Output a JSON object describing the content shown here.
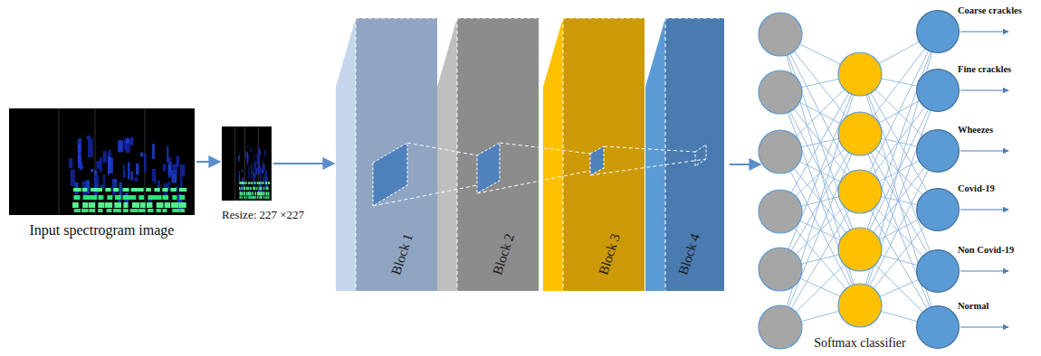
{
  "diagram": {
    "nodes": [
      {
        "text": [
          "Input spectrogram image"
        ]
      },
      {
        "text": [
          "Resize: 227 ×227"
        ]
      },
      {
        "text": [
          "Block 1"
        ]
      },
      {
        "text": [
          "Block 2"
        ]
      },
      {
        "text": [
          "Block 3"
        ]
      },
      {
        "text": [
          "Block 4"
        ]
      },
      {
        "text": [
          "Coarse crackles"
        ]
      },
      {
        "text": [
          "Fine crackles"
        ]
      },
      {
        "text": [
          "Wheezes"
        ]
      },
      {
        "text": [
          "Covid-19"
        ]
      },
      {
        "text": [
          "Non Covid-19"
        ]
      },
      {
        "text": [
          "Normal"
        ]
      }
    ],
    "edges": [
      {
        "from": 0,
        "to": 1,
        "arrow": "to"
      },
      {
        "from": 1,
        "to": 2,
        "arrow": "to"
      }
    ],
    "labels": [
      "Softmax classifier"
    ]
  }
}
